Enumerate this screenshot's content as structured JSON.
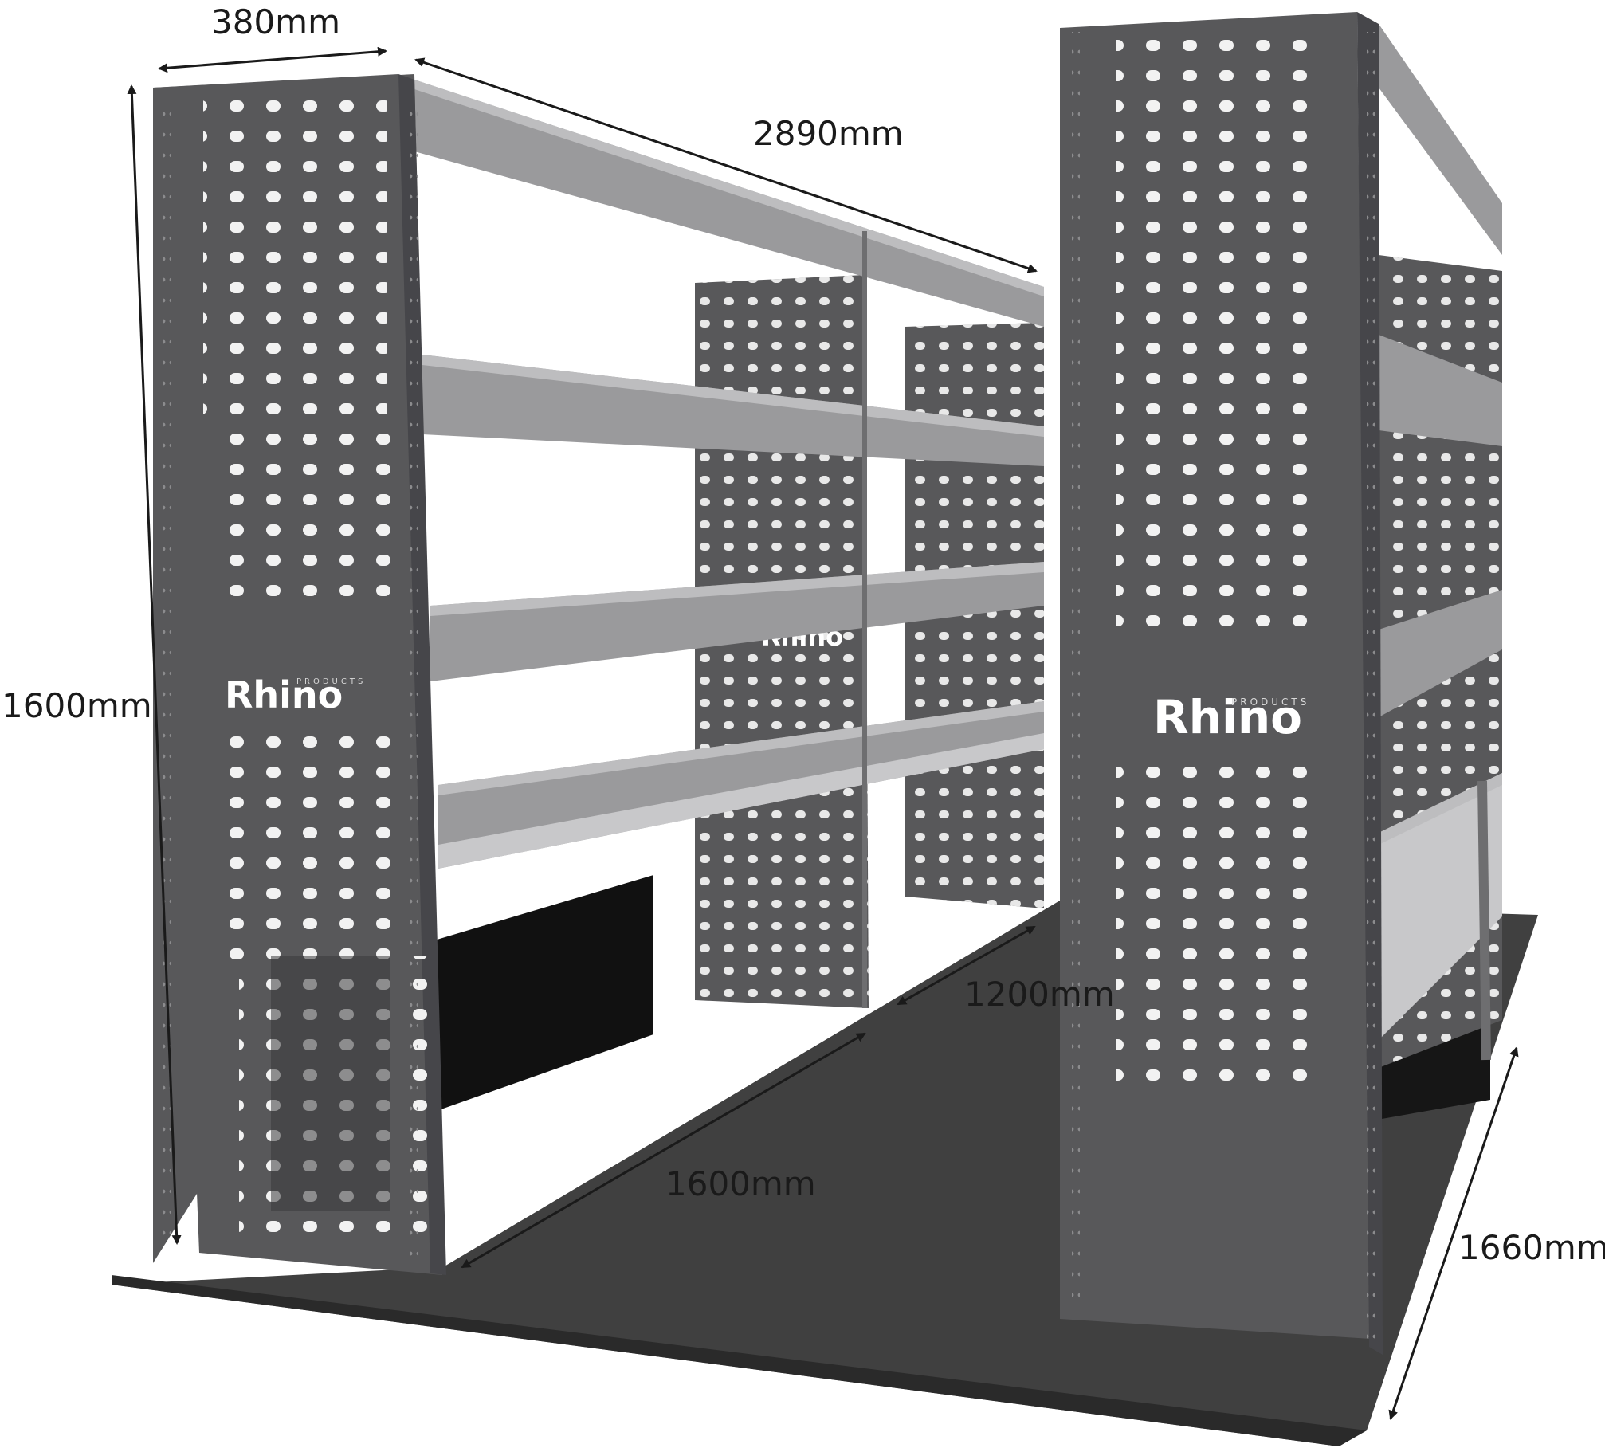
{
  "diagram": {
    "dimensions": {
      "panel_depth": "380mm",
      "rack_length": "2890mm",
      "height": "1600mm",
      "aisle_width": "1200mm",
      "floor_depth": "1600mm",
      "floor_width": "1660mm"
    },
    "branding": {
      "logo_text": "Rhino",
      "logo_subtext": "PRODUCTS"
    },
    "colors": {
      "panel": "#58585a",
      "panel_dark": "#46464a",
      "shelf": "#9a9a9c",
      "shelf_top": "#bdbdbf",
      "floor": "#404040",
      "floor_edge": "#2a2a2a",
      "arrow": "#1a1a1a"
    }
  }
}
